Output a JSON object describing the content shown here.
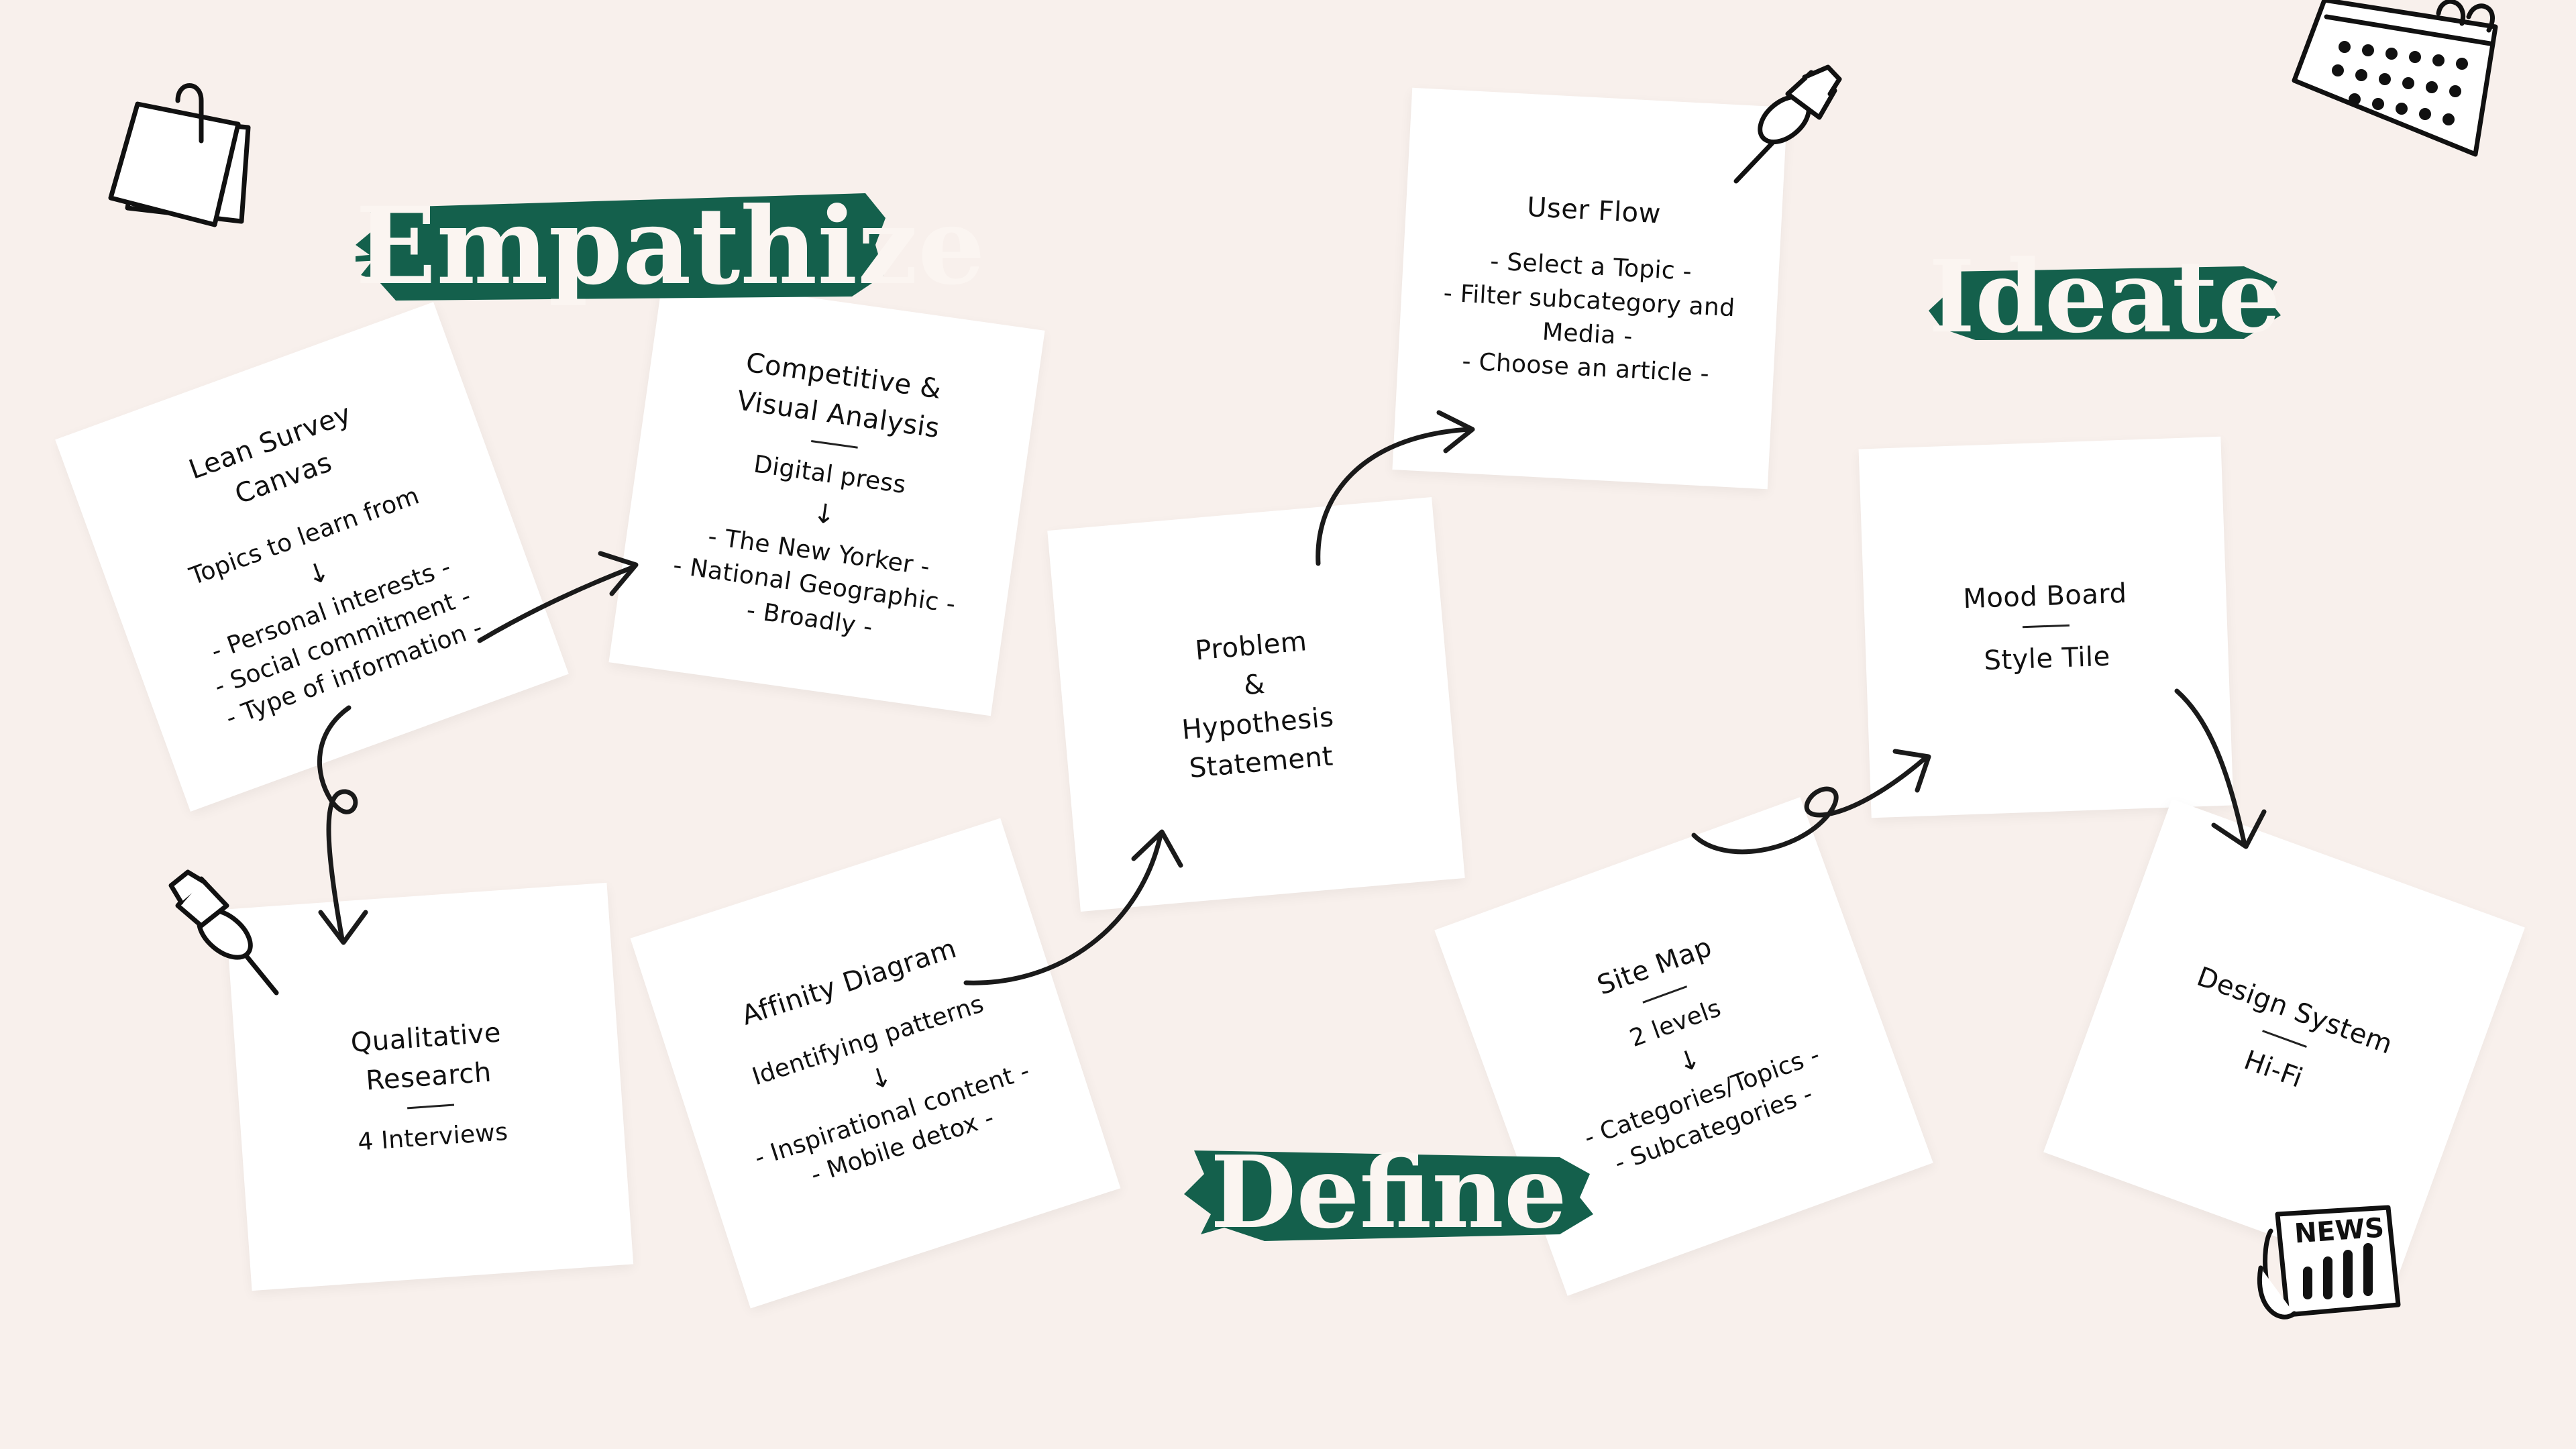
{
  "stages": {
    "empathize": "Empathize",
    "define": "Define",
    "ideate": "Ideate"
  },
  "cards": {
    "lean_survey": {
      "title": "Lean Survey Canvas",
      "subtitle": "Topics to learn from",
      "arrow": "↓",
      "items": [
        "- Personal interests -",
        "- Social commitment -",
        "- Type of information -"
      ]
    },
    "qualitative": {
      "title": "Qualitative Research",
      "detail": "4  Interviews"
    },
    "competitive": {
      "title": "Competitive  & Visual Analysis",
      "subtitle": "Digital press",
      "arrow": "↓",
      "items": [
        "- The New Yorker -",
        "- National Geographic -",
        "- Broadly -"
      ]
    },
    "affinity": {
      "title": "Affinity Diagram",
      "subtitle": "Identifying patterns",
      "arrow": "↓",
      "items": [
        "- Inspirational content -",
        "- Mobile detox -"
      ]
    },
    "problem": {
      "lines": [
        "Problem",
        "&",
        "Hypothesis",
        "Statement"
      ]
    },
    "user_flow": {
      "title": "User Flow",
      "items": [
        "- Select a Topic -",
        "- Filter subcategory and",
        "Media -",
        "- Choose an article -"
      ]
    },
    "site_map": {
      "title": "Site Map",
      "subtitle": "2 levels",
      "arrow": "↓",
      "items": [
        "- Categories/Topics -",
        "- Subcategories -"
      ]
    },
    "mood_board": {
      "title": "Mood Board",
      "detail": "Style Tile"
    },
    "design_system": {
      "title": "Design System",
      "detail": "Hi-Fi"
    }
  },
  "icons": [
    "sticky-notes-icon",
    "calendar-icon",
    "pushpin-icon",
    "newspaper-icon"
  ],
  "colors": {
    "background": "#f8f0ec",
    "banner_green": "#14604c",
    "card": "#ffffff",
    "ink": "#111111"
  },
  "doodles": {
    "news_label": "NEWS"
  }
}
